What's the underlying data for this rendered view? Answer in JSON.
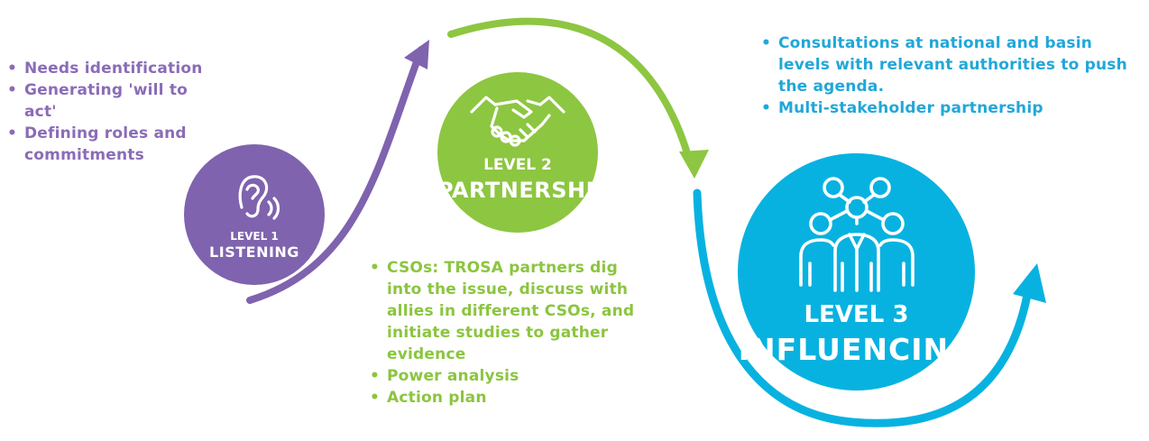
{
  "colors": {
    "level1": "#7f63ae",
    "level2": "#8dc641",
    "level3": "#08b2e0",
    "text_purple": "#8a6cb7",
    "text_green": "#8bc53f",
    "text_blue": "#21a7d9"
  },
  "level1": {
    "icon": "ear-icon",
    "level_label": "LEVEL 1",
    "title": "LISTENING",
    "bullets": [
      "Needs identification",
      "Generating 'will to act'",
      "Defining roles and commitments"
    ]
  },
  "level2": {
    "icon": "handshake-icon",
    "level_label": "LEVEL 2",
    "title": "PARTNERSHIP",
    "bullets": [
      "CSOs: TROSA partners dig into the issue, discuss with allies in different CSOs, and initiate studies to gather evidence",
      "Power analysis",
      "Action plan"
    ]
  },
  "level3": {
    "icon": "network-people-icon",
    "level_label": "LEVEL 3",
    "title": "INFLUENCING",
    "bullets": [
      "Consultations at national and basin levels with relevant authorities to push the agenda.",
      "Multi-stakeholder partnership"
    ]
  }
}
